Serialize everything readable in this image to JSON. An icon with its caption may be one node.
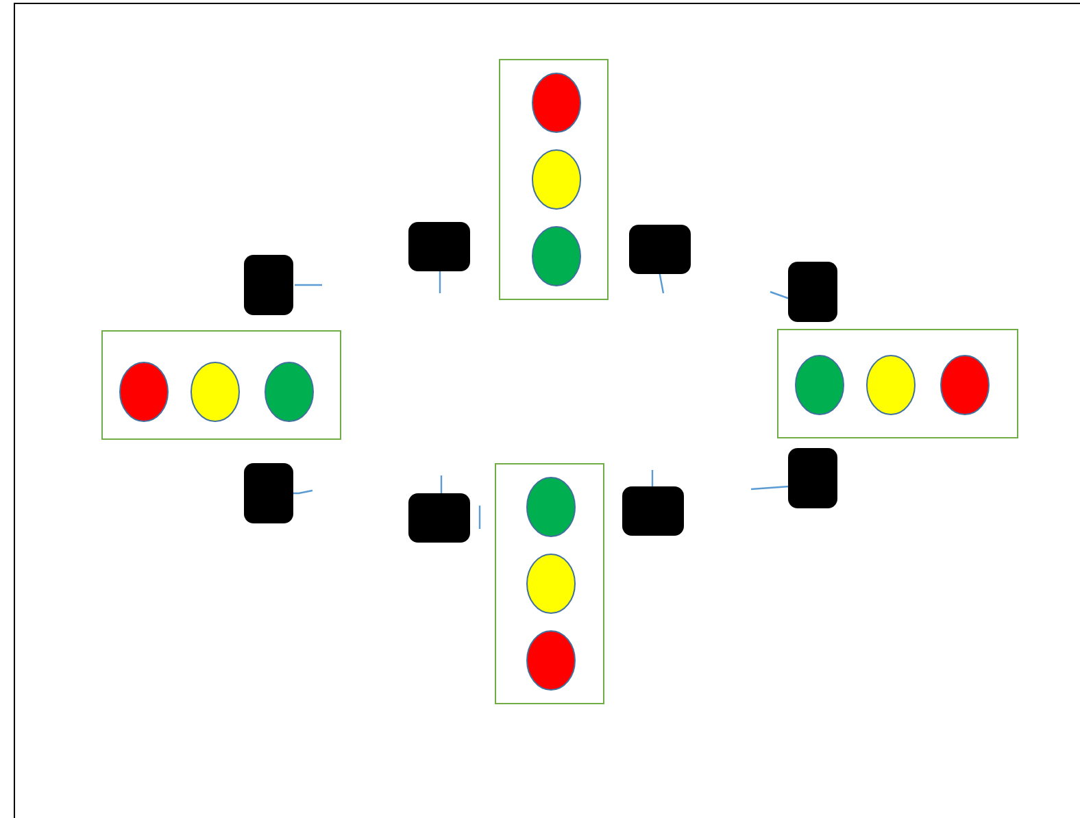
{
  "diagram": {
    "nodes": [
      {
        "text": [],
        "shape": "box"
      },
      {
        "text": [],
        "shape": "circle",
        "in": 0
      },
      {
        "text": [],
        "shape": "circle",
        "in": 0
      },
      {
        "text": [],
        "shape": "circle",
        "in": 0
      },
      {
        "text": [],
        "shape": "box"
      },
      {
        "text": [],
        "shape": "box"
      },
      {
        "text": [],
        "shape": "box"
      },
      {
        "text": [],
        "shape": "box"
      },
      {
        "text": [],
        "shape": "box"
      },
      {
        "text": [],
        "shape": "circle",
        "in": 8
      },
      {
        "text": [],
        "shape": "circle",
        "in": 8
      },
      {
        "text": [],
        "shape": "circle",
        "in": 8
      },
      {
        "text": [],
        "shape": "box"
      },
      {
        "text": [],
        "shape": "circle",
        "in": 12
      },
      {
        "text": [],
        "shape": "circle",
        "in": 12
      },
      {
        "text": [],
        "shape": "circle",
        "in": 12
      },
      {
        "text": [],
        "shape": "box"
      },
      {
        "text": [],
        "shape": "box"
      },
      {
        "text": [],
        "shape": "box"
      },
      {
        "text": [],
        "shape": "box"
      },
      {
        "text": [],
        "shape": "circle",
        "in": 19
      },
      {
        "text": [],
        "shape": "circle",
        "in": 19
      },
      {
        "text": [],
        "shape": "circle",
        "in": 19
      },
      {
        "text": [],
        "shape": "box"
      }
    ]
  }
}
